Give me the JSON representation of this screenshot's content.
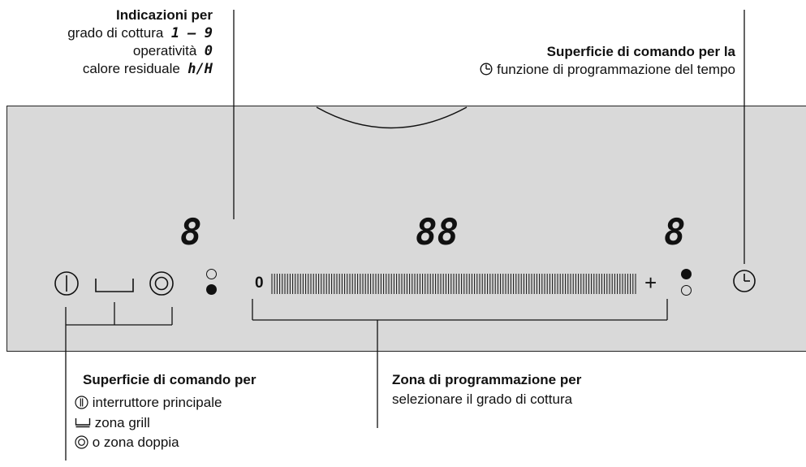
{
  "annotations": {
    "indicators": {
      "heading": "Indicazioni per",
      "line1_text": "grado di cottura",
      "line1_code": "1 – 9",
      "line2_text": "operatività",
      "line2_code": "0",
      "line3_text": "calore residuale",
      "line3_code": "h/H"
    },
    "timer_surface": {
      "heading": "Superficie di comando per la",
      "line1": "funzione di programmazione del tempo"
    },
    "control_surface": {
      "heading": "Superficie di comando per",
      "item1": "interruttore principale",
      "item2": "zona grill",
      "item3": "o zona doppia"
    },
    "programming_zone": {
      "heading": "Zona di programmazione per",
      "line1": "selezionare il grado di cottura"
    }
  },
  "panel": {
    "left_display": "8",
    "center_display": "88",
    "right_display": "8",
    "slider_min": "0",
    "slider_max": "+"
  },
  "icons": {
    "power": "power-icon",
    "grill": "grill-zone-icon",
    "double": "double-zone-icon",
    "timer": "clock-icon"
  }
}
